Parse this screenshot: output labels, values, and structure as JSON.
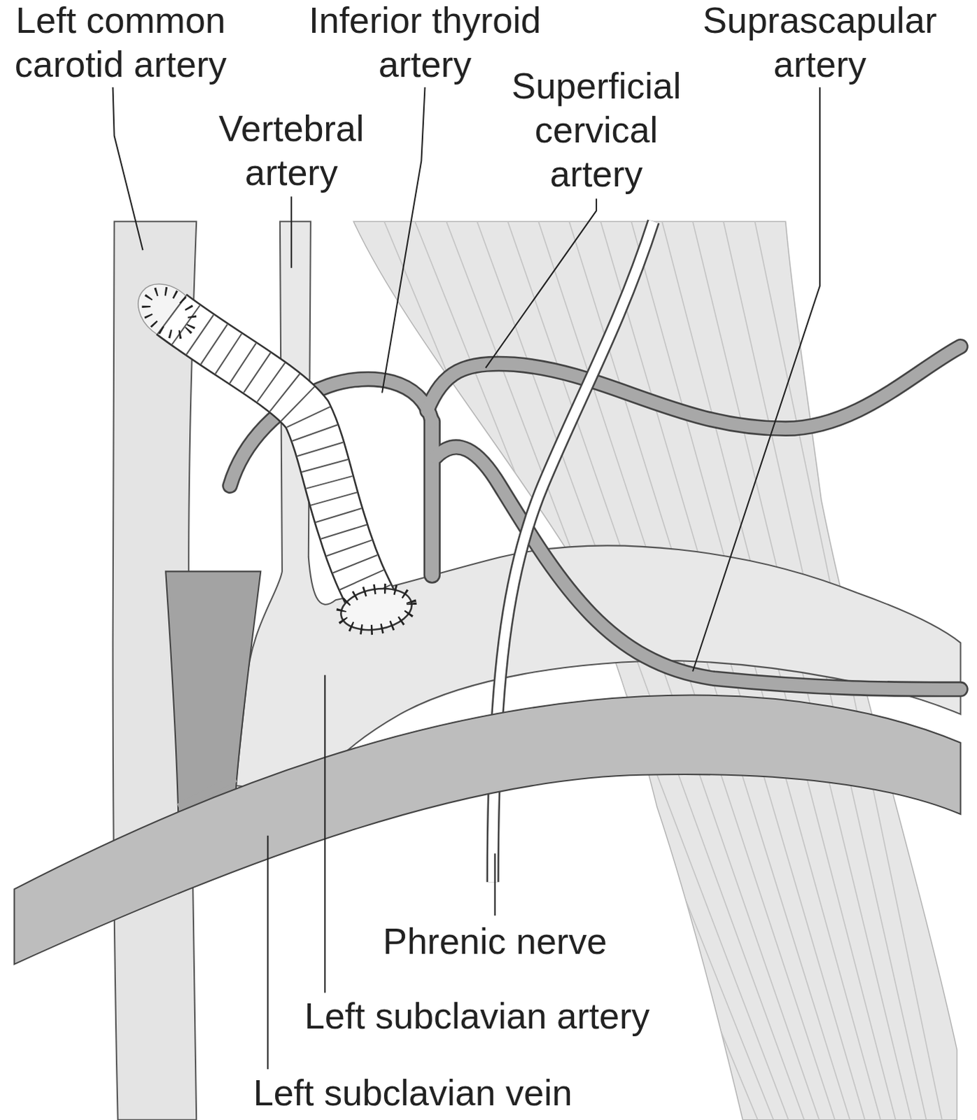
{
  "diagram": {
    "labels": [
      "Left common carotid artery",
      "Inferior thyroid artery",
      "Suprascapular artery",
      "Vertebral artery",
      "Superficial cervical artery",
      "Phrenic nerve",
      "Left subclavian artery",
      "Left subclavian vein"
    ]
  }
}
